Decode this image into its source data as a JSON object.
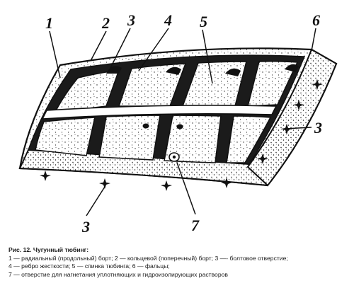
{
  "labels": {
    "l1": "1",
    "l2": "2",
    "l3a": "3",
    "l4": "4",
    "l5": "5",
    "l6": "6",
    "l3b": "3",
    "l3c": "3",
    "l7": "7"
  },
  "caption": {
    "title": "Рис. 12. Чугунный тюбинг:",
    "line1": "1 — радиальный   (продольный)   борт;  2 — кольцевой (поперечный) борт; 3 —- болтовое отверстие;",
    "line2": "4 — ребро жесткости; 5 — спинка тюбинга; 6 — фальцы;",
    "line3": "7 — отверстие для нагнетания уплотняющих и гидроизолирующих растворов"
  }
}
